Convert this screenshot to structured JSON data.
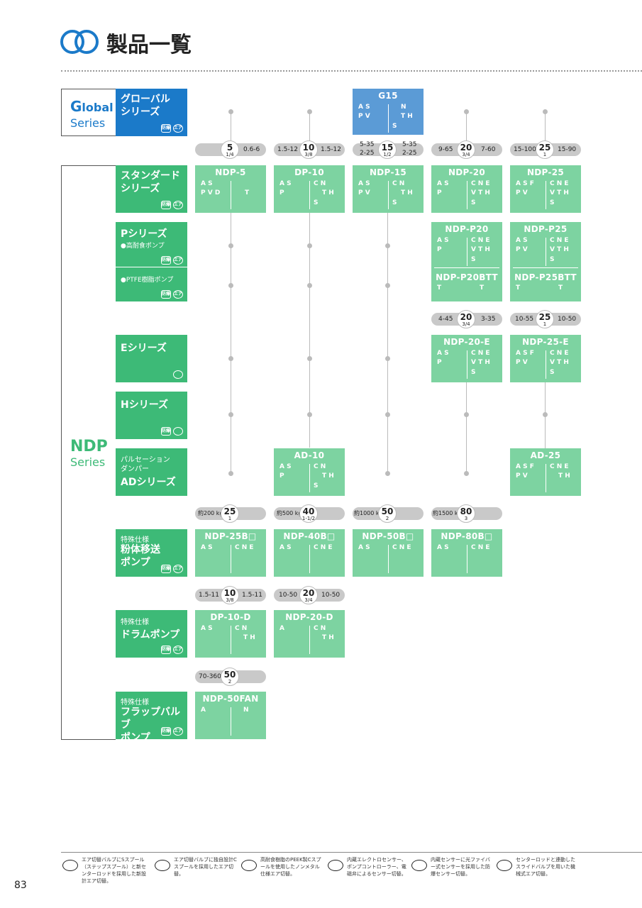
{
  "header": {
    "title": "製品一覧"
  },
  "page_number": "83",
  "global": {
    "logo_line1_big": "G",
    "logo_line1_rest": "lobal",
    "logo_line2": "Series",
    "title_line1": "グローバル",
    "title_line2": "シリーズ",
    "badge1": "防爆",
    "badge2": "エア"
  },
  "ndp_side": {
    "line1": "NDP",
    "line2": "Series"
  },
  "series_labels": {
    "standard": [
      "スタンダード",
      "シリーズ"
    ],
    "p": [
      "Pシリーズ",
      "●高耐食ポンプ",
      "●PTFE樹脂ポンプ"
    ],
    "e": "Eシリーズ",
    "h": "Hシリーズ",
    "ad": [
      "パルセーション",
      "ダンパー",
      "ADシリーズ"
    ],
    "powder": [
      "特殊仕様",
      "粉体移送",
      "ポンプ"
    ],
    "drum": [
      "特殊仕様",
      "ドラムポンプ"
    ],
    "flap": [
      "特殊仕様",
      "フラップバルブ",
      "ポンプ"
    ],
    "badge_bousui": "防爆",
    "badge_air": "エア"
  },
  "g15": {
    "title": "G15",
    "left": [
      "A S",
      "P V"
    ],
    "right": [
      "N",
      "T H",
      "S"
    ]
  },
  "pills_top": [
    {
      "num": "5",
      "frac": "1/4",
      "left": "",
      "right": "0.6-6"
    },
    {
      "num": "10",
      "frac": "3/8",
      "left": "1.5-12",
      "right": "1.5-12"
    },
    {
      "num": "15",
      "frac": "1/2",
      "left": "5-35\n2-25",
      "right": "5-35\n2-25"
    },
    {
      "num": "20",
      "frac": "3/4",
      "left": "9-65",
      "right": "7-60"
    },
    {
      "num": "25",
      "frac": "1",
      "left": "15-100",
      "right": "15-90"
    }
  ],
  "standard_cards": [
    {
      "title": "NDP-5",
      "l1": "A S",
      "l2": "P V D",
      "r": [
        "",
        "T",
        ""
      ]
    },
    {
      "title": "DP-10",
      "l1": "A S",
      "l2": "P",
      "r": [
        "C N",
        "T H",
        "S"
      ]
    },
    {
      "title": "NDP-15",
      "l1": "A S",
      "l2": "P V",
      "r": [
        "C N",
        "T H",
        "S"
      ]
    },
    {
      "title": "NDP-20",
      "l1": "A S",
      "l2": "P",
      "r": [
        "C N E",
        "V T H",
        "S"
      ]
    },
    {
      "title": "NDP-25",
      "l1": "A S F",
      "l2": "P V",
      "r": [
        "C N E",
        "V T H",
        "S"
      ]
    }
  ],
  "p_cards": [
    {
      "title": "NDP-P20",
      "l1": "A S",
      "l2": "P",
      "r": [
        "C N E",
        "V T H",
        "S"
      ],
      "sub": "NDP-P20BTT",
      "subl": "T",
      "subr": "T"
    },
    {
      "title": "NDP-P25",
      "l1": "A S",
      "l2": "P V",
      "r": [
        "C N E",
        "V T H",
        "S"
      ],
      "sub": "NDP-P25BTT",
      "subl": "T",
      "subr": "T"
    }
  ],
  "pills_e": [
    {
      "num": "20",
      "frac": "3/4",
      "left": "4-45",
      "right": "3-35"
    },
    {
      "num": "25",
      "frac": "1",
      "left": "10-55",
      "right": "10-50"
    }
  ],
  "e_cards": [
    {
      "title": "NDP-20-E",
      "l1": "A S",
      "l2": "P",
      "r": [
        "C N E",
        "V T H",
        "S"
      ]
    },
    {
      "title": "NDP-25-E",
      "l1": "A S F",
      "l2": "P V",
      "r": [
        "C N E",
        "V T H",
        "S"
      ]
    }
  ],
  "ad_cards": [
    {
      "title": "AD-10",
      "l1": "A S",
      "l2": "P",
      "r": [
        "C N",
        "T H",
        "S"
      ]
    },
    {
      "title": "AD-25",
      "l1": "A S F",
      "l2": "P V",
      "r": [
        "C N E",
        "T H",
        ""
      ]
    }
  ],
  "pills_powder": [
    {
      "num": "25",
      "frac": "1",
      "left": "約200 kg/h"
    },
    {
      "num": "40",
      "frac": "1-1/2",
      "left": "約500 kg/h"
    },
    {
      "num": "50",
      "frac": "2",
      "left": "約1000 kg/h"
    },
    {
      "num": "80",
      "frac": "3",
      "left": "約1500 kg/h"
    }
  ],
  "powder_cards": [
    {
      "title": "NDP-25B□",
      "l": "A S",
      "r": "C N E"
    },
    {
      "title": "NDP-40B□",
      "l": "A S",
      "r": "C N E"
    },
    {
      "title": "NDP-50B□",
      "l": "A S",
      "r": "C N E"
    },
    {
      "title": "NDP-80B□",
      "l": "A S",
      "r": "C N E"
    }
  ],
  "pills_drum": [
    {
      "num": "10",
      "frac": "3/8",
      "left": "1.5-11",
      "right": "1.5-11"
    },
    {
      "num": "20",
      "frac": "3/4",
      "left": "10-50",
      "right": "10-50"
    }
  ],
  "drum_cards": [
    {
      "title": "DP-10-D",
      "l": "A S",
      "r": [
        "C N",
        "T H"
      ]
    },
    {
      "title": "NDP-20-D",
      "l": "A",
      "r": [
        "C N",
        "T H"
      ]
    }
  ],
  "pill_flap": {
    "num": "50",
    "frac": "2",
    "left": "70-360"
  },
  "flap_card": {
    "title": "NDP-50FAN",
    "l": "A",
    "r": "N"
  },
  "footer": [
    {
      "icon": "エア切替S",
      "text": "エア切替バルブにSスプール（ステップスプール）と新センターロッドを採用した新設計エア切替。"
    },
    {
      "icon": "エア切替C",
      "text": "エア切替バルブに独自設計Cスプールを採用したエア切替。"
    },
    {
      "icon": "エア切替P",
      "text": "高耐食樹脂のPEEK製Cスプールを使用したノンメタル仕様エア切替。"
    },
    {
      "icon": "センサー切替",
      "text": "内蔵エレクトロセンサー、ポンプコントローラー、電磁弁によるセンサー切替。"
    },
    {
      "icon": "センサー切替",
      "text": "内蔵センサーに光ファイバー式センサーを採用した防爆センサー切替。"
    },
    {
      "icon": "メカニカル切替",
      "text": "センターロッドと連動したスライドバルブを用いた機械式エア切替。"
    }
  ]
}
